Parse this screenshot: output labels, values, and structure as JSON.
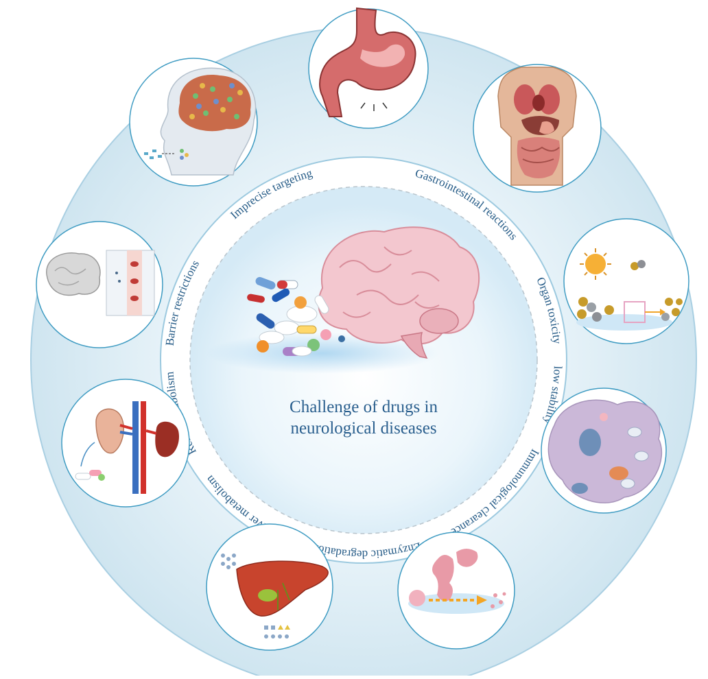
{
  "center": {
    "title_line1": "Challenge of drugs in",
    "title_line2": "neurological diseases"
  },
  "challenges": [
    {
      "label": "Gastrointestinal reactions",
      "icon": "stomach-icon"
    },
    {
      "label": "Organ toxicity",
      "icon": "torso-organs-icon"
    },
    {
      "label": "low stability",
      "icon": "nanoparticle-stability-icon"
    },
    {
      "label": "Immunological clearance",
      "icon": "immune-cell-icon"
    },
    {
      "label": "Enzymatic degradation",
      "icon": "enzyme-degradation-icon"
    },
    {
      "label": "Liver metabolism",
      "icon": "liver-icon"
    },
    {
      "label": "Renal metabolism",
      "icon": "kidney-icon"
    },
    {
      "label": "Barrier restrictions",
      "icon": "blood-brain-barrier-icon"
    },
    {
      "label": "Imprecise targeting",
      "icon": "head-brain-targeting-icon"
    }
  ],
  "colors": {
    "outer_ring": "#d7ebf4",
    "ring_border": "#9cc9df",
    "label_text": "#245a86",
    "center_glow": "#cfe7f6"
  }
}
